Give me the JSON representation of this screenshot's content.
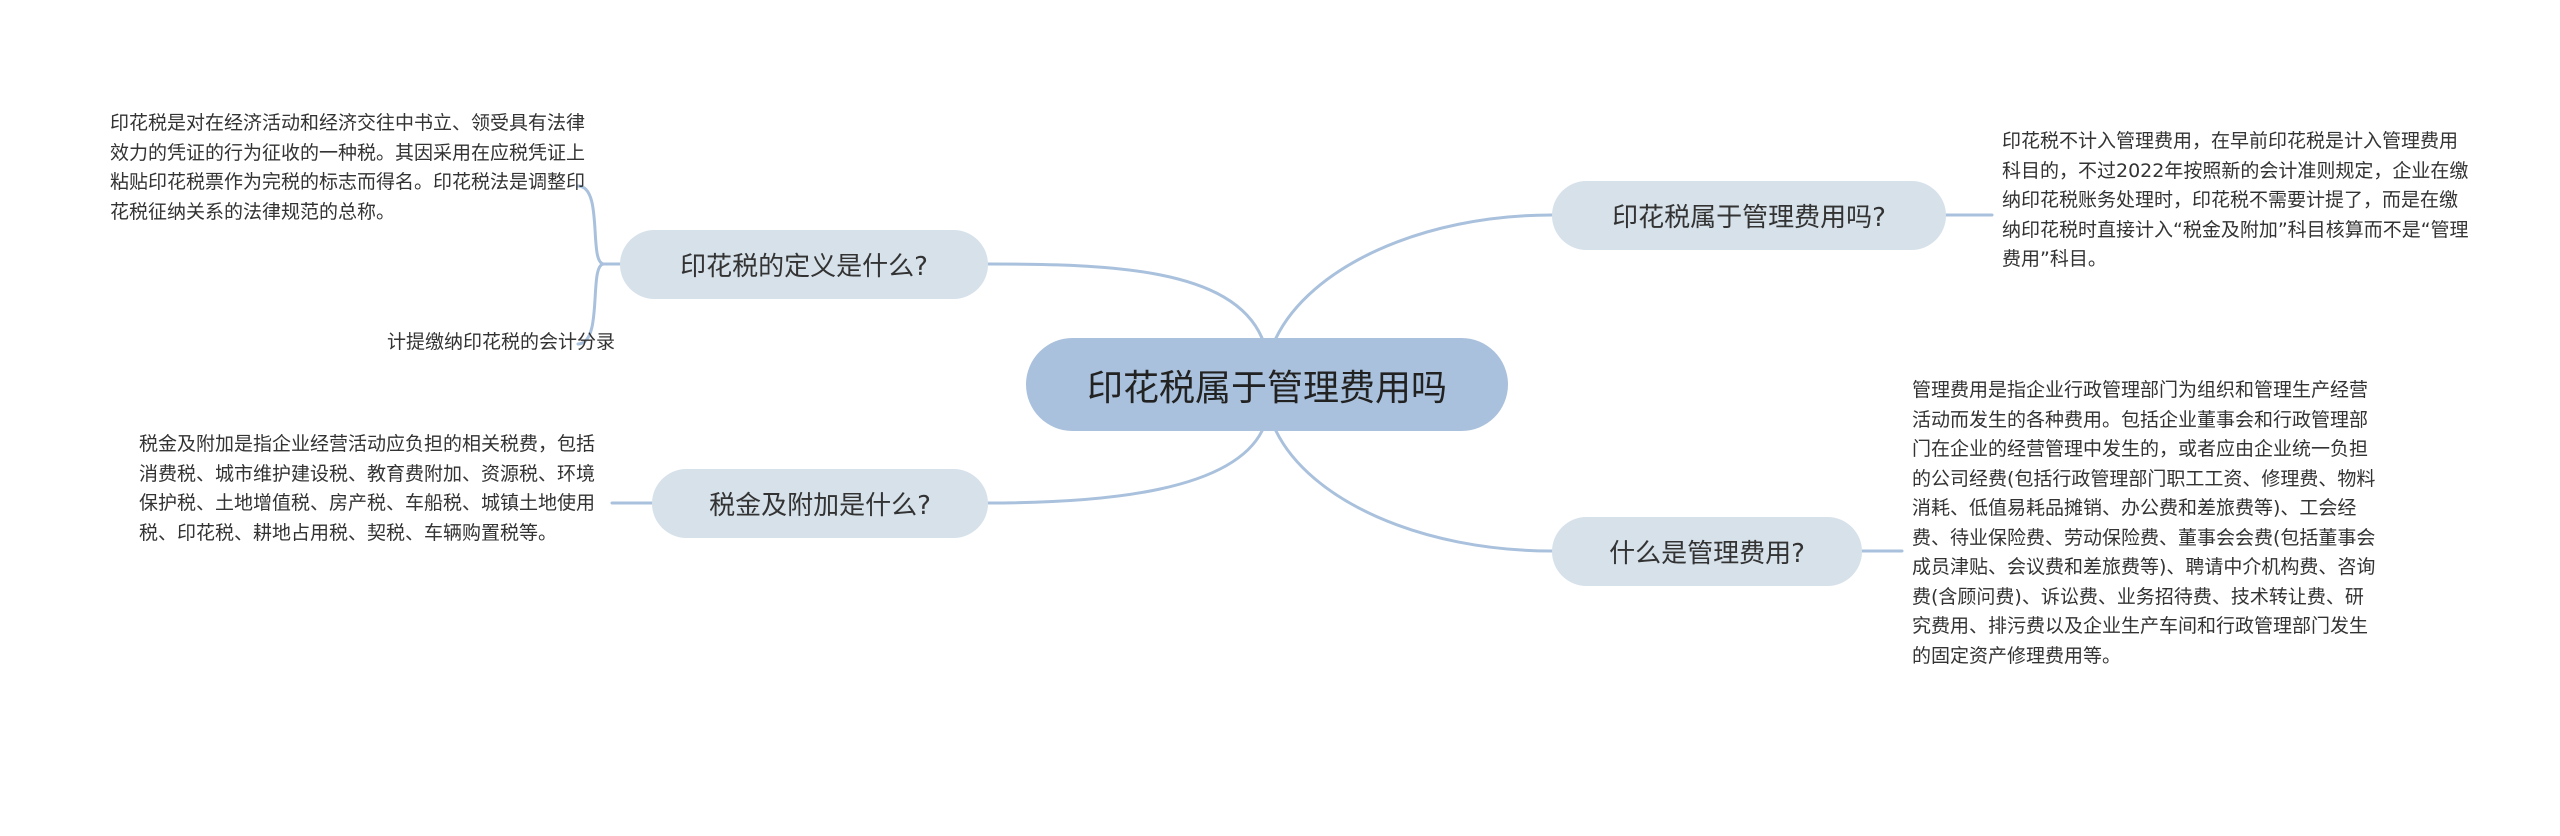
{
  "root": {
    "label": "印花税属于管理费用吗"
  },
  "branches": {
    "definition": {
      "label": "印花税的定义是什么?",
      "detail": "印花税是对在经济活动和经济交往中书立、领受具有法律效力的凭证的行为征收的一种税。其因采用在应税凭证上粘贴印花税票作为完税的标志而得名。印花税法是调整印花税征纳关系的法律规范的总称。",
      "entry": "计提缴纳印花税的会计分录"
    },
    "tax_surcharge": {
      "label": "税金及附加是什么?",
      "detail": "税金及附加是指企业经营活动应负担的相关税费，包括消费税、城市维护建设税、教育费附加、资源税、环境保护税、土地增值税、房产税、车船税、城镇土地使用税、印花税、耕地占用税、契税、车辆购置税等。"
    },
    "is_mgmt_expense": {
      "label": "印花税属于管理费用吗?",
      "detail": "印花税不计入管理费用，在早前印花税是计入管理费用科目的，不过2022年按照新的会计准则规定，企业在缴纳印花税账务处理时，印花税不需要计提了，而是在缴纳印花税时直接计入“税金及附加”科目核算而不是“管理费用”科目。"
    },
    "what_is_mgmt_fee": {
      "label": "什么是管理费用?",
      "detail": "管理费用是指企业行政管理部门为组织和管理生产经营活动而发生的各种费用。包括企业董事会和行政管理部门在企业的经营管理中发生的，或者应由企业统一负担的公司经费(包括行政管理部门职工工资、修理费、物料消耗、低值易耗品摊销、办公费和差旅费等)、工会经费、待业保险费、劳动保险费、董事会会费(包括董事会成员津贴、会议费和差旅费等)、聘请中介机构费、咨询费(含顾问费)、诉讼费、业务招待费、技术转让费、研究费用、排污费以及企业生产车间和行政管理部门发生的固定资产修理费用等。"
    }
  },
  "colors": {
    "root_fill": "#a9c1dc",
    "branch_fill": "#d6e1ea",
    "connector": "#a9c1dc"
  }
}
